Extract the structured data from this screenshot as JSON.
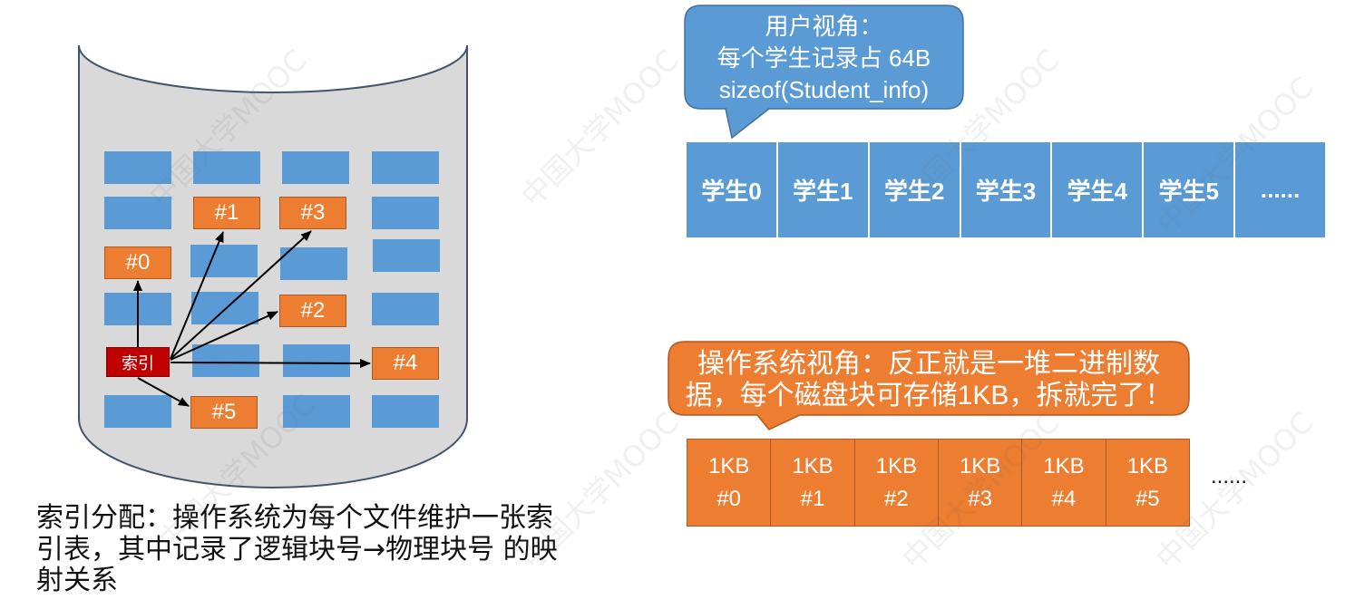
{
  "watermark": "中国大学MOOC",
  "colors": {
    "blue": "#5b9bd5",
    "orange": "#ed7d31",
    "index_red": "#c00000",
    "disk_gray": "#d9d9d9"
  },
  "disk": {
    "index_label": "索引",
    "blocks": [
      "#0",
      "#1",
      "#2",
      "#3",
      "#4",
      "#5"
    ]
  },
  "caption": {
    "lines": [
      "索引分配：操作系统为每个文件维护一张索",
      "引表，其中记录了逻辑块号→物理块号 的映",
      "射关系"
    ]
  },
  "user_view": {
    "bubble_lines": [
      "用户视角：",
      "每个学生记录占 64B",
      "sizeof(Student_info)"
    ],
    "records": [
      "学生0",
      "学生1",
      "学生2",
      "学生3",
      "学生4",
      "学生5",
      "......"
    ]
  },
  "os_view": {
    "bubble_lines": [
      "操作系统视角：反正就是一堆二进制数",
      "据，每个磁盘块可存储1KB，拆就完了！"
    ],
    "blocks": [
      {
        "size": "1KB",
        "id": "#0"
      },
      {
        "size": "1KB",
        "id": "#1"
      },
      {
        "size": "1KB",
        "id": "#2"
      },
      {
        "size": "1KB",
        "id": "#3"
      },
      {
        "size": "1KB",
        "id": "#4"
      },
      {
        "size": "1KB",
        "id": "#5"
      }
    ],
    "ellipsis": "......"
  }
}
